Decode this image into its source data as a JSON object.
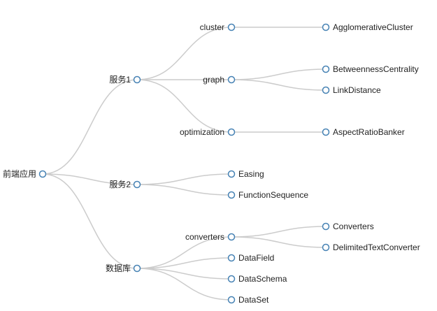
{
  "tree": {
    "root": "前端应用",
    "tier1": [
      "服务1",
      "服务2",
      "数据库"
    ],
    "tier2": [
      "cluster",
      "graph",
      "optimization",
      "Easing",
      "FunctionSequence",
      "converters",
      "DataField",
      "DataSchema",
      "DataSet"
    ],
    "tier3": [
      "AgglomerativeCluster",
      "BetweennessCentrality",
      "LinkDistance",
      "AspectRatioBanker",
      "Converters",
      "DelimitedTextConverter"
    ]
  },
  "colors": {
    "link": "#cccccc",
    "node_stroke": "#4682b4",
    "node_fill": "#ffffff",
    "label": "#222222"
  }
}
